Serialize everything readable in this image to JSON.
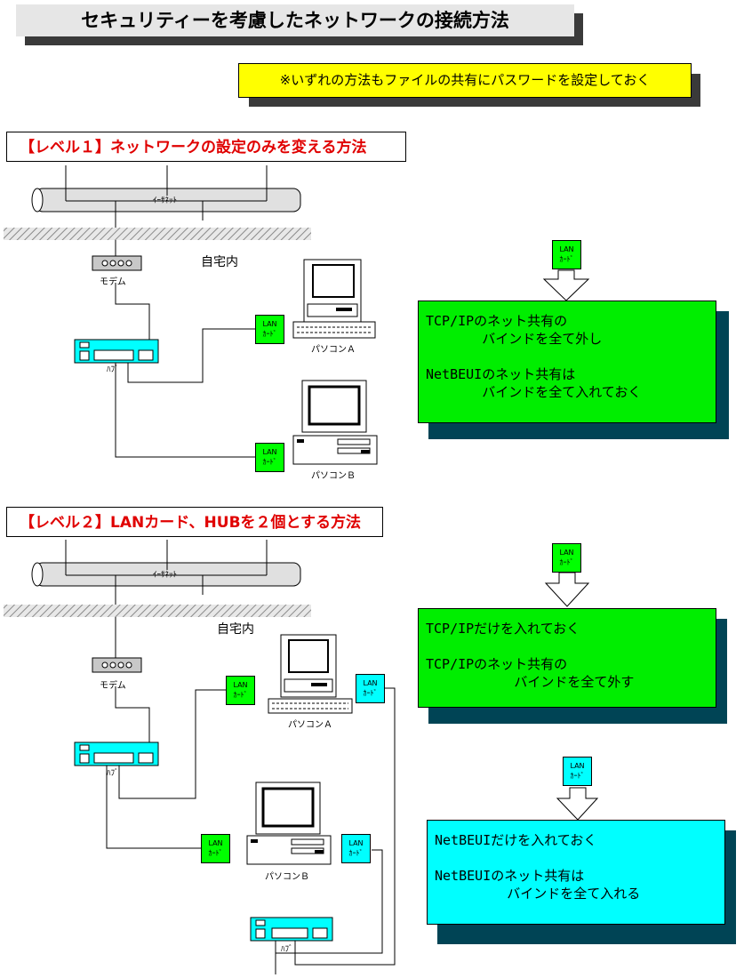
{
  "title": "セキュリティーを考慮したネットワークの接続方法",
  "note": "※いずれの方法もファイルの共有にパスワードを設定しておく",
  "level1": {
    "heading": "【レベル１】ネットワークの設定のみを変える方法",
    "ethernet_label": "ｲｰｻﾈｯﾄ",
    "home_label": "自宅内",
    "modem_label": "モデム",
    "hub_label": "ﾊﾌﾞ",
    "pc_a_label": "パソコンＡ",
    "pc_b_label": "パソコンＢ",
    "lan_card": {
      "line1": "LAN",
      "line2": "ｶｰﾄﾞ"
    },
    "instruction_lines": [
      "TCP/IPのネット共有の",
      "       バインドを全て外し",
      "",
      "NetBEUIのネット共有は",
      "       バインドを全て入れておく"
    ]
  },
  "level2": {
    "heading": "【レベル２】LANカード、HUBを２個とする方法",
    "ethernet_label": "ｲｰｻﾈｯﾄ",
    "home_label": "自宅内",
    "modem_label": "モデム",
    "hub_label": "ﾊﾌﾞ",
    "hub2_label": "ﾊﾌﾞ",
    "pc_a_label": "パソコンＡ",
    "pc_b_label": "パソコンＢ",
    "lan_card": {
      "line1": "LAN",
      "line2": "ｶｰﾄﾞ"
    },
    "tcp_lines": [
      "TCP/IPだけを入れておく",
      "",
      "TCP/IPのネット共有の",
      "           バインドを全て外す"
    ],
    "netbeui_lines": [
      "NetBEUIだけを入れておく",
      "",
      "NetBEUIのネット共有は",
      "         バインドを全て入れる"
    ]
  },
  "colors": {
    "heading_red": "#e00000",
    "tcp_green": "#00ee00",
    "netbeui_cyan": "#00ffff",
    "note_yellow": "#ffff00",
    "shadow_dark": "#3a3a3a",
    "title_gray": "#e6e6e6"
  }
}
